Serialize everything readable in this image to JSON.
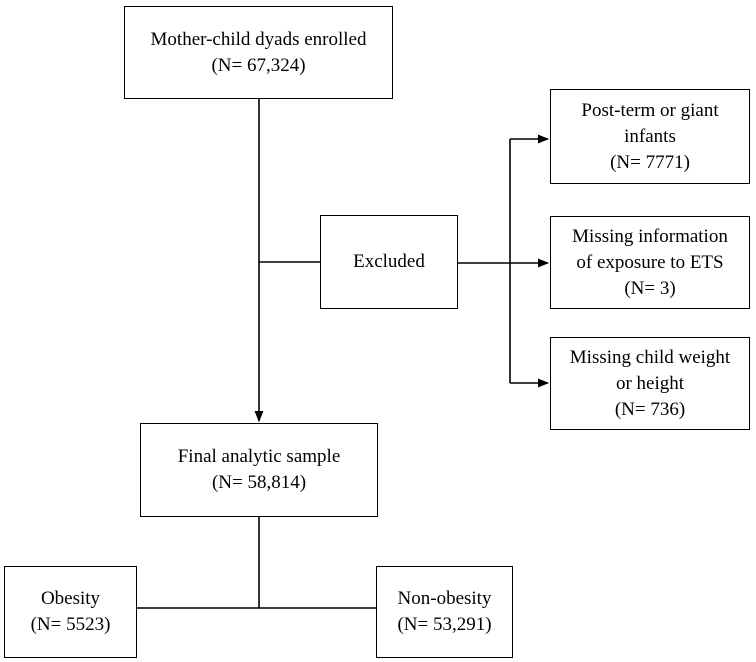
{
  "flowchart": {
    "enrolled": {
      "line1": "Mother-child dyads enrolled",
      "line2": "(N= 67,324)"
    },
    "excluded": {
      "label": "Excluded"
    },
    "exclusions": [
      {
        "line1": "Post-term or giant",
        "line2": "infants",
        "line3": "(N= 7771)"
      },
      {
        "line1": "Missing information",
        "line2": "of exposure to ETS",
        "line3": "(N= 3)"
      },
      {
        "line1": "Missing child weight",
        "line2": "or height",
        "line3": "(N= 736)"
      }
    ],
    "final": {
      "line1": "Final analytic sample",
      "line2": "(N= 58,814)"
    },
    "obesity": {
      "line1": "Obesity",
      "line2": "(N= 5523)"
    },
    "non_obesity": {
      "line1": "Non-obesity",
      "line2": "(N= 53,291)"
    }
  },
  "colors": {
    "line": "#000000",
    "box_border": "#000000",
    "background": "#ffffff"
  }
}
